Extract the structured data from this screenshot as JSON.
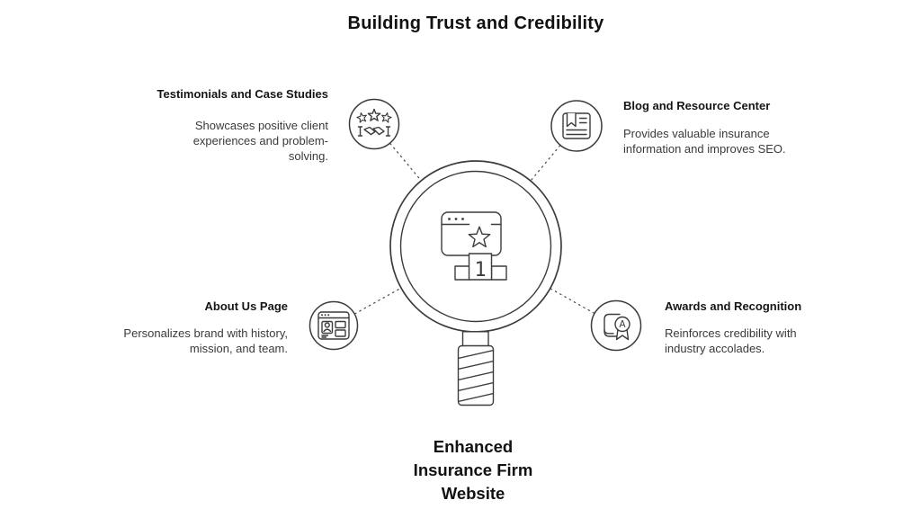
{
  "title": "Building Trust and Credibility",
  "colors": {
    "background": "#ffffff",
    "heading_text": "#151515",
    "body_text": "#3a3a3a",
    "line_stroke": "#3c3c3c"
  },
  "nodes": {
    "testimonials": {
      "title": "Testimonials and Case Studies",
      "description": "Showcases positive client experiences and problem-solving.",
      "icon": "stars-handshake-icon"
    },
    "blog": {
      "title": "Blog and Resource Center",
      "description": "Provides valuable insurance information and improves SEO.",
      "icon": "bookmark-article-icon"
    },
    "about": {
      "title": "About Us Page",
      "description": "Personalizes brand with history, mission, and team.",
      "icon": "profile-webpage-icon"
    },
    "awards": {
      "title": "Awards and Recognition",
      "description": "Reinforces credibility with industry accolades.",
      "icon": "book-award-badge-icon",
      "badge_letter": "A"
    }
  },
  "center": {
    "icon": "magnifier-website-ranking-icon",
    "podium_number": "1",
    "label_lines": [
      "Enhanced",
      "Insurance Firm",
      "Website"
    ]
  }
}
